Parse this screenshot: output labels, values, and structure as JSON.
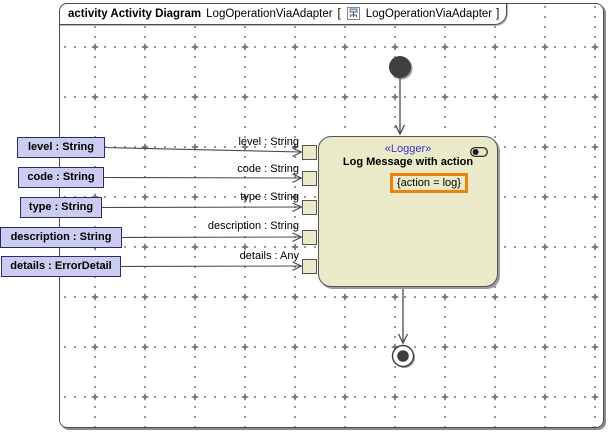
{
  "header": {
    "diagram_kind": "activity Activity Diagram",
    "diagram_name": "LogOperationViaAdapter",
    "bracket_open": "[",
    "frame_ref": "LogOperationViaAdapter",
    "bracket_close": "]",
    "icon": "activity-diagram-icon"
  },
  "parameters": [
    {
      "label": "level : String"
    },
    {
      "label": "code : String"
    },
    {
      "label": "type : String"
    },
    {
      "label": "description : String"
    },
    {
      "label": "details : ErrorDetail"
    }
  ],
  "action": {
    "stereotype": "«Logger»",
    "name": "Log Message with action",
    "constraint": "{action = log}",
    "behavior_icon": "rake-behavior-icon",
    "pins": [
      {
        "label": "level : String"
      },
      {
        "label": "code : String"
      },
      {
        "label": "type : String"
      },
      {
        "label": "description : String"
      },
      {
        "label": "details : Any"
      }
    ]
  },
  "nodes": {
    "initial": "filled-circle",
    "final": "bullseye-circle"
  },
  "colors": {
    "parameter_fill": "#ccccf0",
    "parameter_border": "#2b2b66",
    "action_fill": "#eaeac9",
    "stereotype_text": "#3434cd",
    "constraint_highlight": "#e8830c",
    "edge": "#4a4a4a",
    "grid_dot": "#8d8d8d"
  }
}
